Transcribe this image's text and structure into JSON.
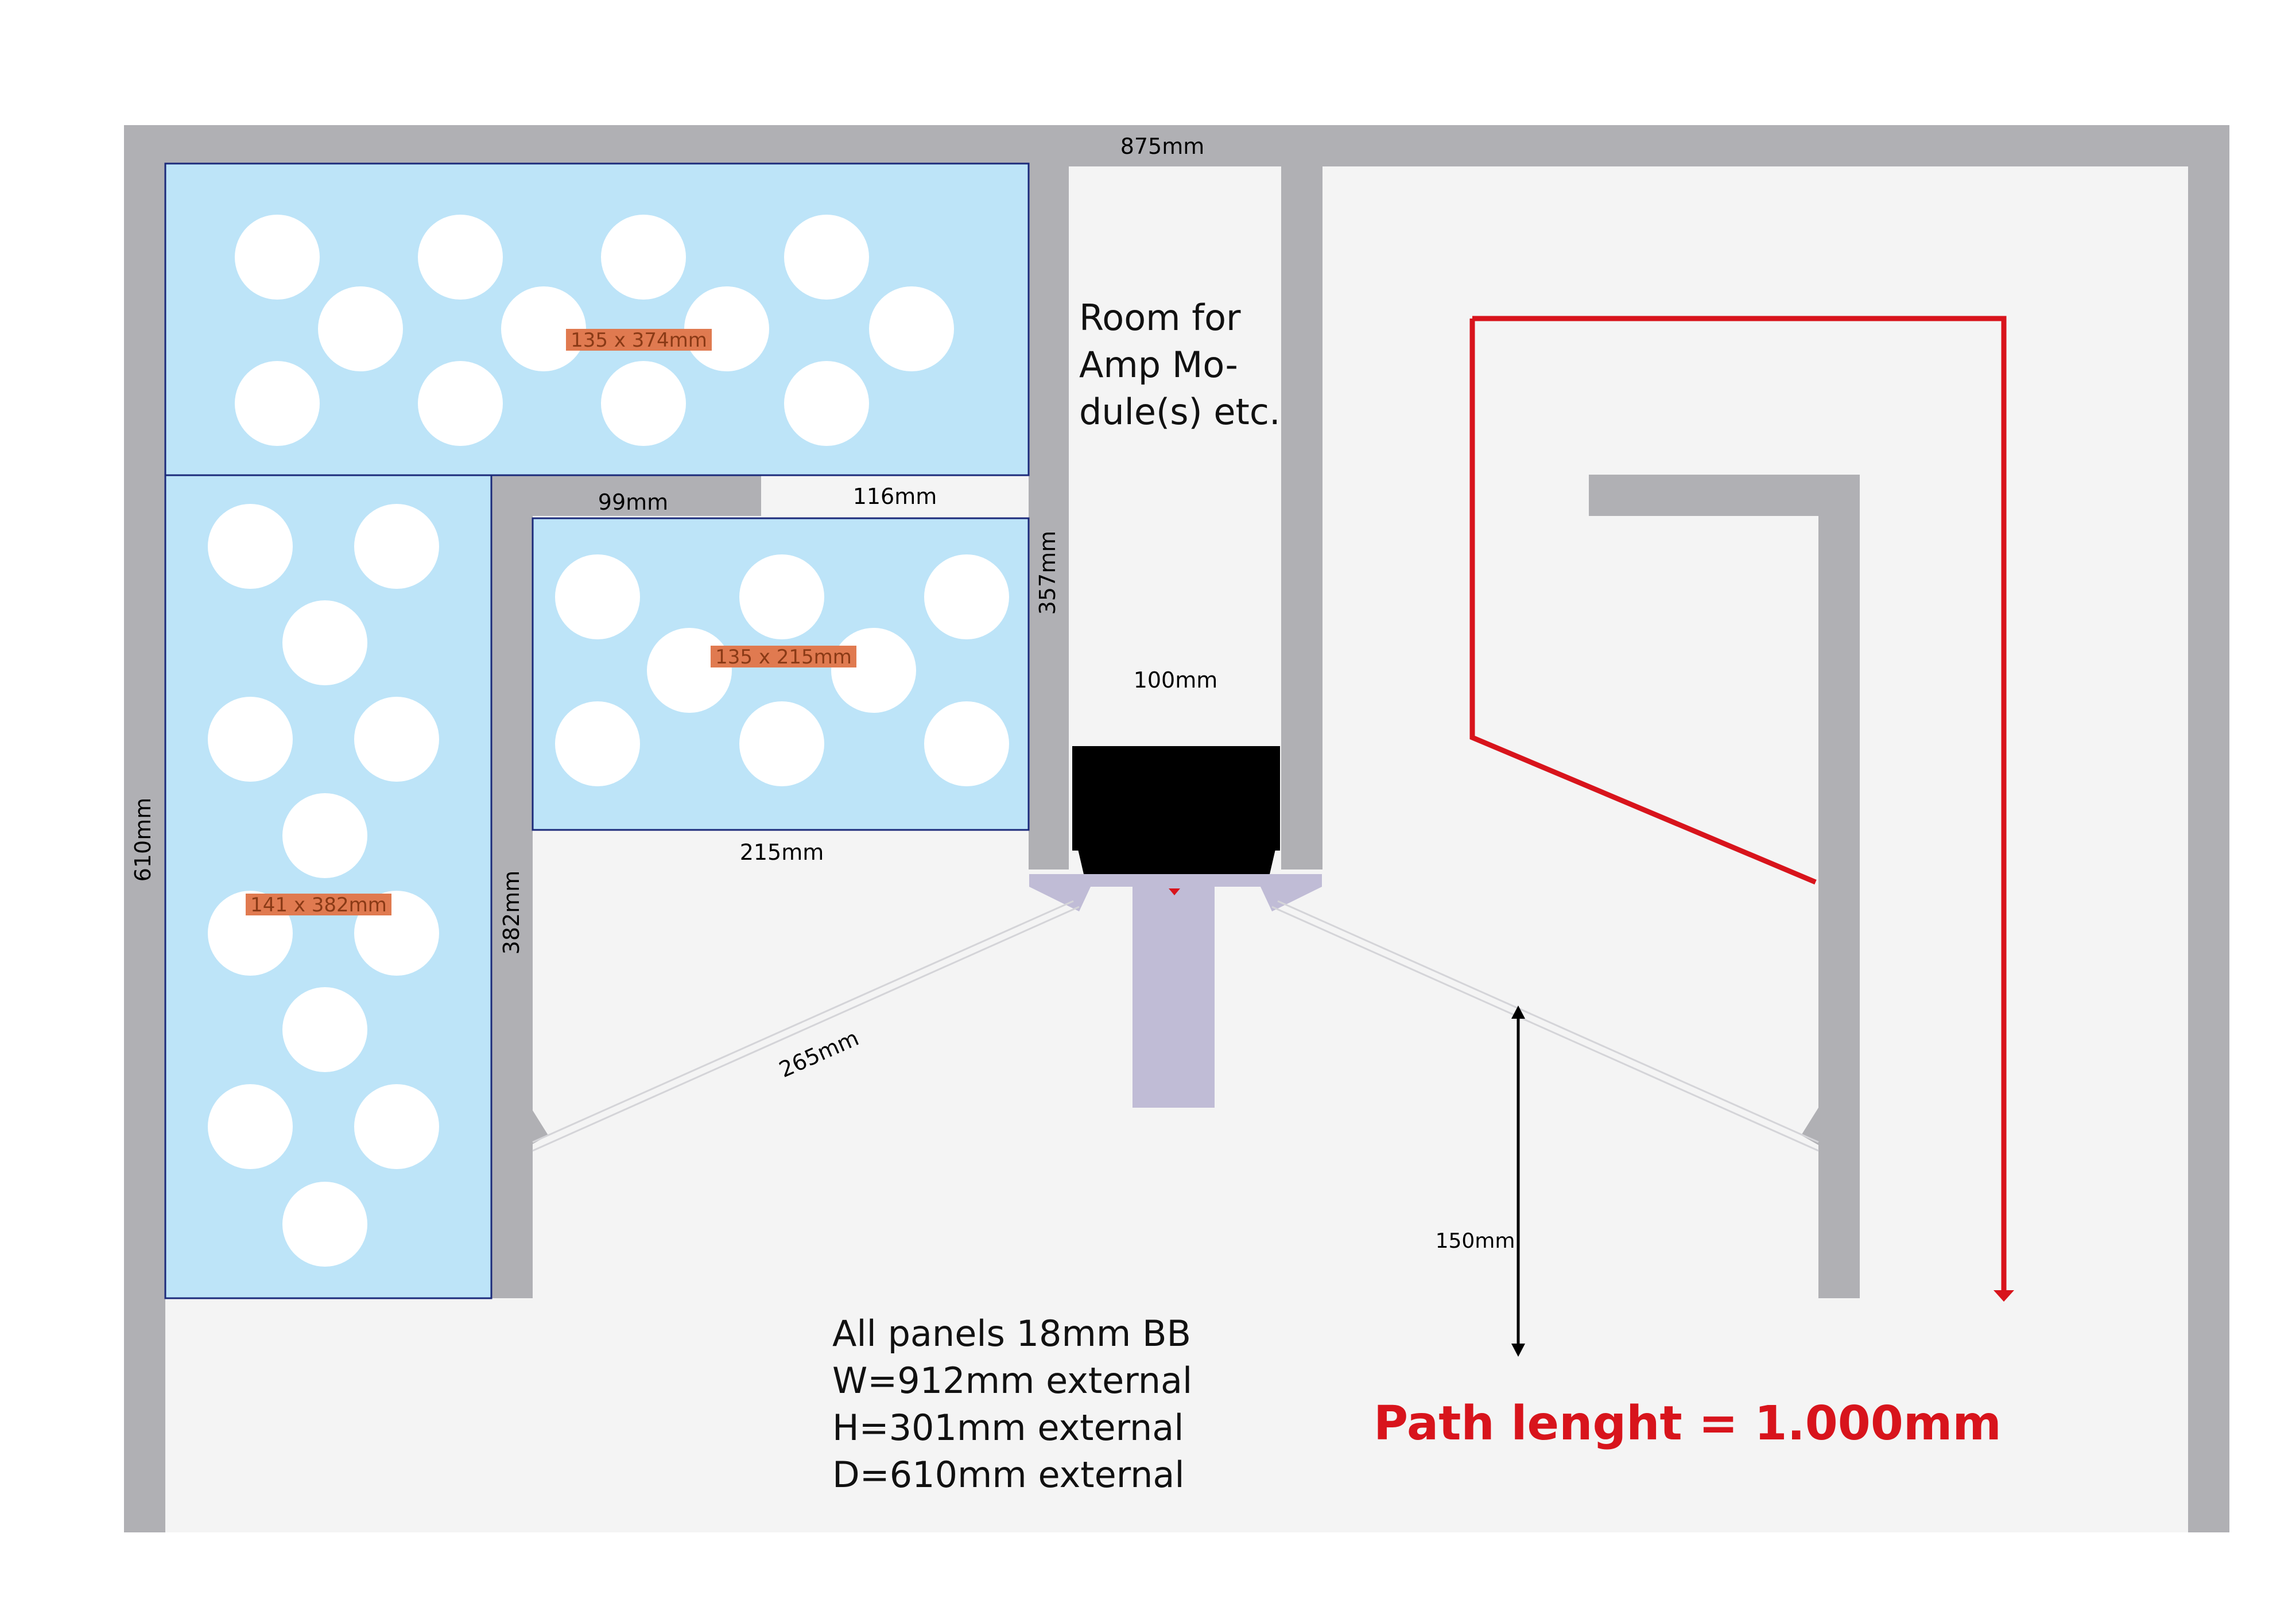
{
  "labels": {
    "top_width": "875mm",
    "left_depth": "610mm",
    "dim_99": "99mm",
    "dim_116": "116mm",
    "dim_357": "357mm",
    "dim_382": "382mm",
    "dim_215": "215mm",
    "dim_100": "100mm",
    "dim_265": "265mm",
    "dim_150": "150mm",
    "chamber_top": "135 x 374mm",
    "chamber_mid": "135 x 215mm",
    "chamber_left": "141 x 382mm",
    "amp_room": [
      "Room for",
      "Amp Mo-",
      "dule(s) etc."
    ],
    "notes": [
      "All panels 18mm BB",
      "W=912mm external",
      "H=301mm external",
      "D=610mm external"
    ],
    "path_length": "Path lenght = 1.000mm"
  },
  "colors": {
    "panel": "#b0b0b4",
    "background": "#f4f4f4",
    "chamber_fill": "#bde4f8",
    "chamber_border": "#1b2a7a",
    "label_bg": "#e07a50",
    "driver": "#000000",
    "throat": "#c0bcd6",
    "path_line": "#d8141c"
  }
}
